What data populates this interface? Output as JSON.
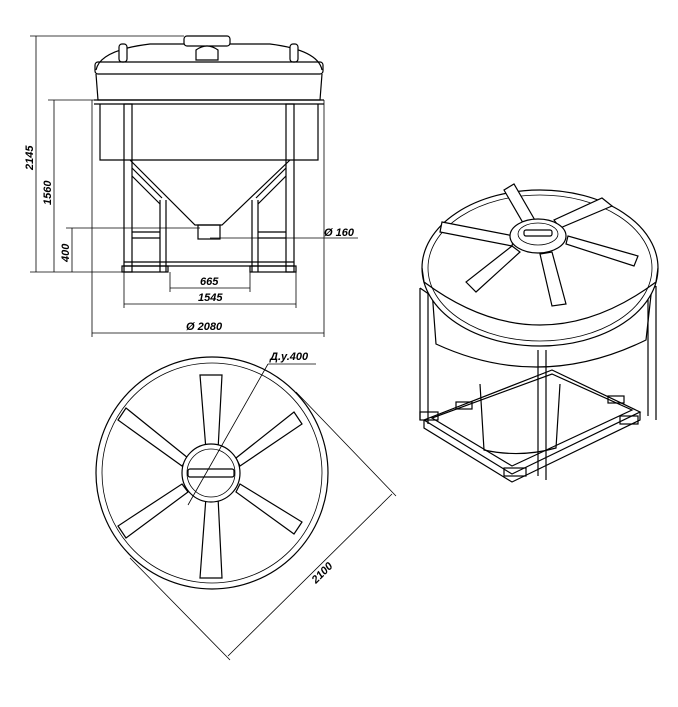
{
  "dimensions": {
    "total_height": "2145",
    "body_height": "1560",
    "leg_height": "400",
    "outlet_diameter": "Ø 160",
    "frame_inner_width": "665",
    "frame_outer_width": "1545",
    "tank_diameter": "Ø 2080",
    "hatch": "Д.у.400",
    "top_diameter": "2100"
  }
}
